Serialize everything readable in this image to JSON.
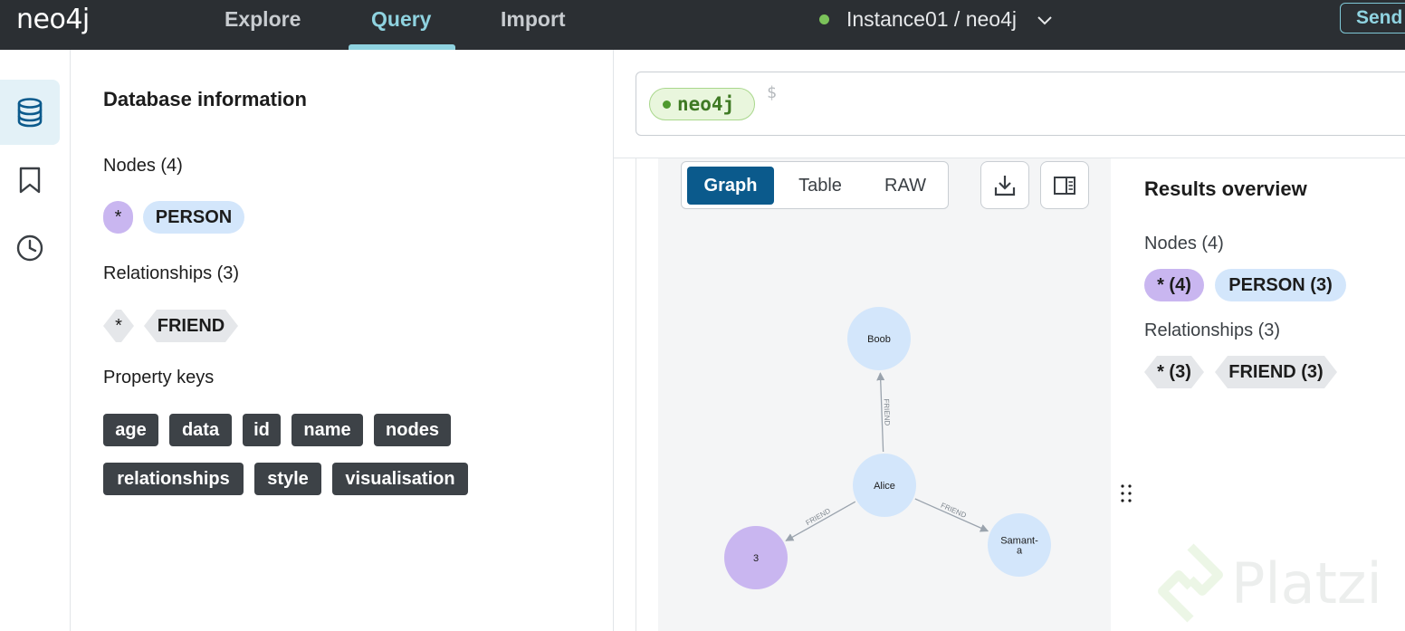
{
  "topbar": {
    "logo": "neo4j",
    "nav": [
      {
        "label": "Explore",
        "active": false
      },
      {
        "label": "Query",
        "active": true
      },
      {
        "label": "Import",
        "active": false
      }
    ],
    "instance": "Instance01 / neo4j",
    "instance_status_color": "#7bc25a",
    "send_button": "Send"
  },
  "rail": {
    "items": [
      {
        "icon": "database-icon",
        "active": true
      },
      {
        "icon": "bookmark-icon",
        "active": false
      },
      {
        "icon": "history-icon",
        "active": false
      }
    ]
  },
  "db_info": {
    "title": "Database information",
    "nodes_label": "Nodes (4)",
    "node_chips": [
      "*",
      "PERSON"
    ],
    "relationships_label": "Relationships (3)",
    "relationship_chips": [
      "*",
      "FRIEND"
    ],
    "property_keys_label": "Property keys",
    "property_keys": [
      "age",
      "data",
      "id",
      "name",
      "nodes",
      "relationships",
      "style",
      "visualisation"
    ]
  },
  "editor": {
    "database": "neo4j",
    "prompt": "$"
  },
  "result": {
    "tabs": [
      "Graph",
      "Table",
      "RAW"
    ],
    "active_tab": "Graph",
    "download_icon": "download-icon",
    "panel_toggle_icon": "side-panel-icon",
    "graph": {
      "nodes": [
        {
          "id": "boob",
          "label": "Boob",
          "color": "#d3e6fb"
        },
        {
          "id": "alice",
          "label": "Alice",
          "color": "#d3e6fb"
        },
        {
          "id": "samantha",
          "label": "Samant-\na",
          "color": "#d3e6fb"
        },
        {
          "id": "three",
          "label": "3",
          "color": "#c9b6f0"
        }
      ],
      "edges": [
        {
          "from": "alice",
          "to": "boob",
          "label": "FRIEND"
        },
        {
          "from": "alice",
          "to": "samantha",
          "label": "FRIEND"
        },
        {
          "from": "alice",
          "to": "three",
          "label": "FRIEND"
        }
      ]
    },
    "overview": {
      "title": "Results overview",
      "nodes_label": "Nodes (4)",
      "node_chips": [
        "* (4)",
        "PERSON (3)"
      ],
      "relationships_label": "Relationships (3)",
      "relationship_chips": [
        "* (3)",
        "FRIEND (3)"
      ]
    }
  },
  "watermark": "Platzi"
}
